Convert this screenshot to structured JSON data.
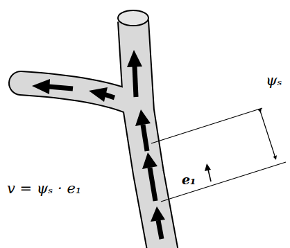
{
  "diagram": {
    "labels": [
      "ψₛ",
      "e₁",
      "v = ψₛ · e₁"
    ]
  }
}
